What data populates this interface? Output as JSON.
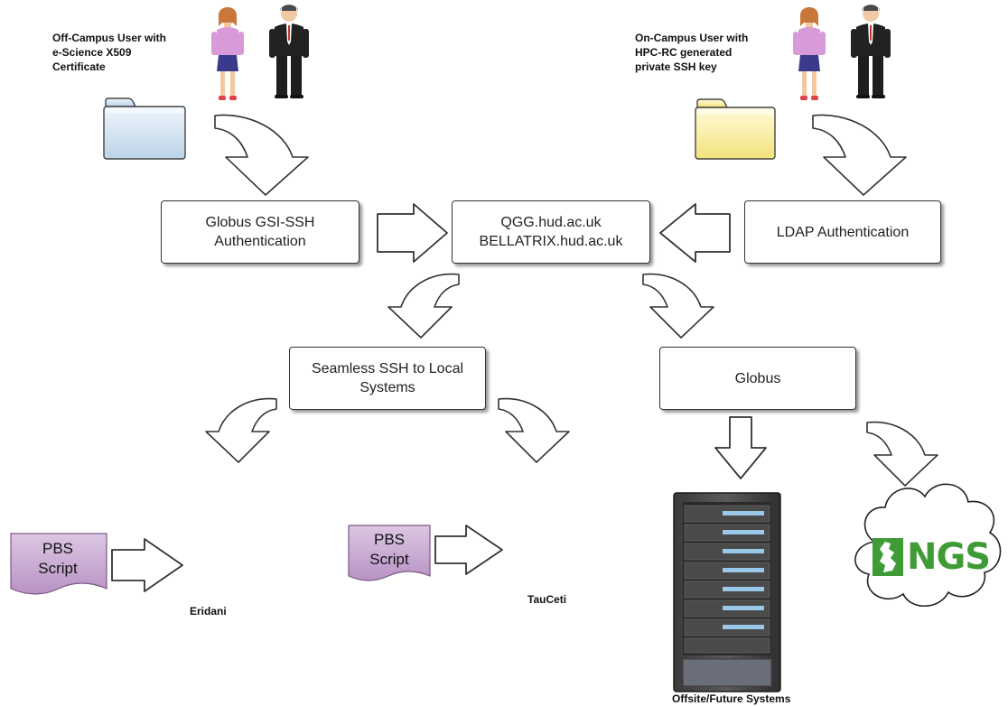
{
  "labels": {
    "off_campus": [
      "Off-Campus User with",
      "e-Science X509",
      "Certificate"
    ],
    "on_campus": [
      "On-Campus User with",
      "HPC-RC generated",
      "private SSH key"
    ],
    "eridani": "Eridani",
    "taucoti": "TauCeti",
    "offsite": "Offsite/Future Systems"
  },
  "boxes": {
    "gsi": [
      "Globus GSI-SSH",
      "Authentication"
    ],
    "qgg": [
      "QGG.hud.ac.uk",
      "BELLATRIX.hud.ac.uk"
    ],
    "ldap": [
      "LDAP Authentication"
    ],
    "seamless": [
      "Seamless SSH to Local",
      "Systems"
    ],
    "globus": [
      "Globus"
    ]
  },
  "pbs": {
    "left": [
      "PBS",
      "Script"
    ],
    "right": [
      "PBS",
      "Script"
    ]
  },
  "ngs_logo": "NGS",
  "colors": {
    "folder_blue": "#d6e6f3",
    "folder_yellow": "#fdf5b4",
    "pbs_purple": "#c8a8d2",
    "ngs_green": "#3f9b35",
    "woman_top": "#d89ad8",
    "suit": "#222222"
  },
  "icons": [
    "woman-user-icon",
    "man-user-icon",
    "folder-icon",
    "server-stack-icon",
    "server-rack-icon",
    "cloud-icon",
    "document-icon",
    "curved-arrow-icon",
    "block-arrow-icon"
  ]
}
